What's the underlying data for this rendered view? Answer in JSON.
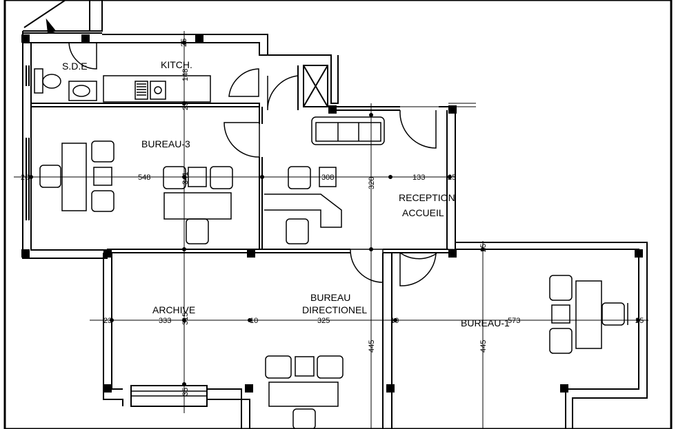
{
  "rooms": {
    "sde": "S.D.E",
    "kitchen": "KITCH.",
    "bureau3": "BUREAU-3",
    "reception1": "RECEPTION",
    "reception2": "ACCUEIL",
    "archive": "ARCHIVE",
    "directionel1": "BUREAU",
    "directionel2": "DIRECTIONEL",
    "bureau1": "BUREAU-1"
  },
  "dimensions": {
    "d25_top": "25",
    "d148": "148",
    "d25_mid": "25",
    "d20": "20",
    "d548": "548",
    "d341": "341",
    "d308": "308",
    "d320": "320",
    "d133": "133",
    "d25_right": "25",
    "d25_b1": "25",
    "d23": "23",
    "d333": "333",
    "d315": "315",
    "d10a": "10",
    "d325": "325",
    "d10b": "10",
    "d573": "573",
    "d25_far": "25",
    "d445a": "445",
    "d445b": "445",
    "d35": "35"
  },
  "colors": {
    "line": "#000000",
    "wall_fill": "#ffffff",
    "column": "#000000"
  }
}
